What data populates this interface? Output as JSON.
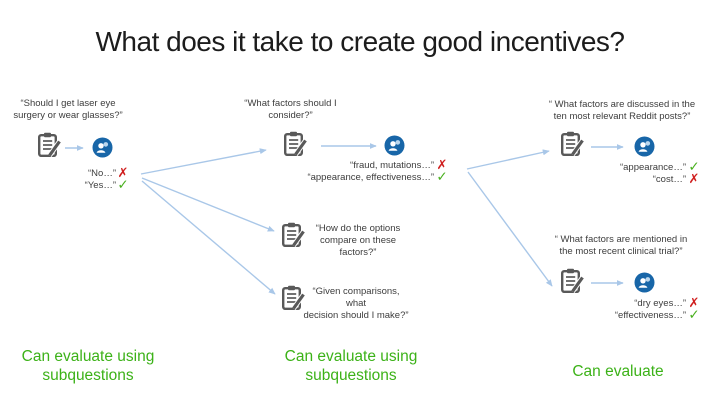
{
  "title": "What does it take to create good incentives?",
  "icons": {
    "cross": "✗",
    "check": "✓"
  },
  "colors": {
    "caption_green": "#3CB218",
    "check_green": "#49B01E",
    "cross_red": "#D01F1F",
    "arrow_blue": "#A9C7E8",
    "evaluator_blue": "#1866A8",
    "note_gray": "#595959"
  },
  "nodes": {
    "root": {
      "question": [
        "“Should I get laser eye",
        "surgery or wear glasses?”"
      ],
      "answers": [
        {
          "text": "“No…”",
          "verdict": "cross"
        },
        {
          "text": "“Yes…”",
          "verdict": "check"
        }
      ]
    },
    "factors": {
      "question": [
        "“What factors should I",
        "consider?”"
      ],
      "answers": [
        {
          "text": "“fraud, mutations…”",
          "verdict": "cross"
        },
        {
          "text": "“appearance, effectiveness…”",
          "verdict": "check"
        }
      ]
    },
    "compare": {
      "question": [
        "“How do the options",
        "compare on these factors?”"
      ]
    },
    "decision": {
      "question": [
        "“Given comparisons, what",
        "decision should I make?”"
      ]
    },
    "reddit": {
      "question": [
        "“ What factors are discussed in the",
        "ten most relevant Reddit posts?”"
      ],
      "answers": [
        {
          "text": "“appearance…”",
          "verdict": "check"
        },
        {
          "text": "“cost…”",
          "verdict": "cross"
        }
      ]
    },
    "clinical": {
      "question": [
        "“ What factors are mentioned in",
        "the most recent clinical trial?”"
      ],
      "answers": [
        {
          "text": "“dry eyes…”",
          "verdict": "cross"
        },
        {
          "text": "“effectiveness…”",
          "verdict": "check"
        }
      ]
    }
  },
  "captions": {
    "left": [
      "Can evaluate using",
      "subquestions"
    ],
    "middle": [
      "Can evaluate using",
      "subquestions"
    ],
    "right": [
      "Can evaluate"
    ]
  }
}
